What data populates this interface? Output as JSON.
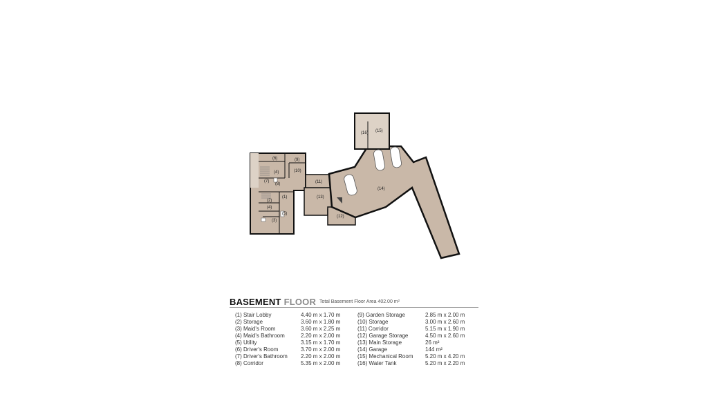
{
  "title": {
    "main": "BASEMENT",
    "accent": "FLOOR"
  },
  "total_area": "Total Basement Floor Area 402.00 m²",
  "rooms_left": [
    {
      "name": "(1) Stair Lobby",
      "dim": "4.40 m x 1.70 m"
    },
    {
      "name": "(2) Storage",
      "dim": "3.60 m x 1.80 m"
    },
    {
      "name": "(3) Maid's Room",
      "dim": "3.60 m x 2.25 m"
    },
    {
      "name": "(4) Maid's Bathroom",
      "dim": "2.20 m x 2.00 m"
    },
    {
      "name": "(5) Utility",
      "dim": "3.15 m x 1.70 m"
    },
    {
      "name": "(6) Driver's Room",
      "dim": "3.70 m x 2.00 m"
    },
    {
      "name": "(7) Driver's Bathroom",
      "dim": "2.20 m x 2.00 m"
    },
    {
      "name": "(8) Corridor",
      "dim": "5.35 m x 2.00 m"
    }
  ],
  "rooms_right": [
    {
      "name": "(9) Garden Storage",
      "dim": "2.85 m x 2.00 m"
    },
    {
      "name": "(10) Storage",
      "dim": "3.00 m x 2.60 m"
    },
    {
      "name": "(11) Corridor",
      "dim": "5.15 m x 1.90 m"
    },
    {
      "name": "(12) Garage Storage",
      "dim": "4.50 m x 2.60 m"
    },
    {
      "name": "(13) Main Storage",
      "dim": "26 m²"
    },
    {
      "name": "(14) Garage",
      "dim": "144 m²"
    },
    {
      "name": "(15) Mechanical Room",
      "dim": "5.20 m x 4.20 m"
    },
    {
      "name": "(16) Water Tank",
      "dim": "5.20 m x 2.20 m"
    }
  ],
  "plan_labels": {
    "l1": "(1)",
    "l2": "(2)",
    "l3": "(3)",
    "l4": "(4)",
    "l5": "(5)",
    "l6": "(6)",
    "l7": "(7)",
    "l8": "(8)",
    "l9": "(9)",
    "l10": "(10)",
    "l11": "(11)",
    "l12": "(12)",
    "l13": "(13)",
    "l14": "(14)",
    "l15": "(15)",
    "l16": "(16)"
  },
  "colors": {
    "floor": "#c9b8a8",
    "wall": "#111111",
    "light_room": "#ddd2c6",
    "rule": "#999999"
  }
}
